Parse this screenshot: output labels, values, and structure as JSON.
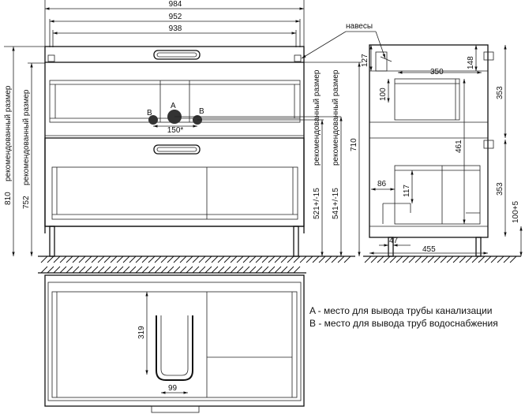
{
  "dimensions": {
    "width_984": "984",
    "width_952": "952",
    "width_938": "938",
    "hinges": "навесы",
    "h_810": "810",
    "h_752": "752",
    "rec_size": "рекомендованный размер",
    "h_521": "521+/-15",
    "h_541": "541+/-15",
    "h_710": "710",
    "spacing_150": "150*",
    "side_127": "127",
    "side_148": "148",
    "side_350": "350",
    "side_100": "100",
    "side_353_top": "353",
    "side_461": "461",
    "side_353_bottom": "353",
    "side_86": "86",
    "side_117": "117",
    "side_100_5": "100+5",
    "side_47": "47",
    "side_455": "455",
    "plan_319": "319",
    "plan_99": "99"
  },
  "markers": {
    "a": "A",
    "b_left": "B",
    "b_right": "B"
  },
  "legend": {
    "a": "A - место для вывода трубы канализации",
    "b": "B - место для вывода труб водоснабжения"
  }
}
